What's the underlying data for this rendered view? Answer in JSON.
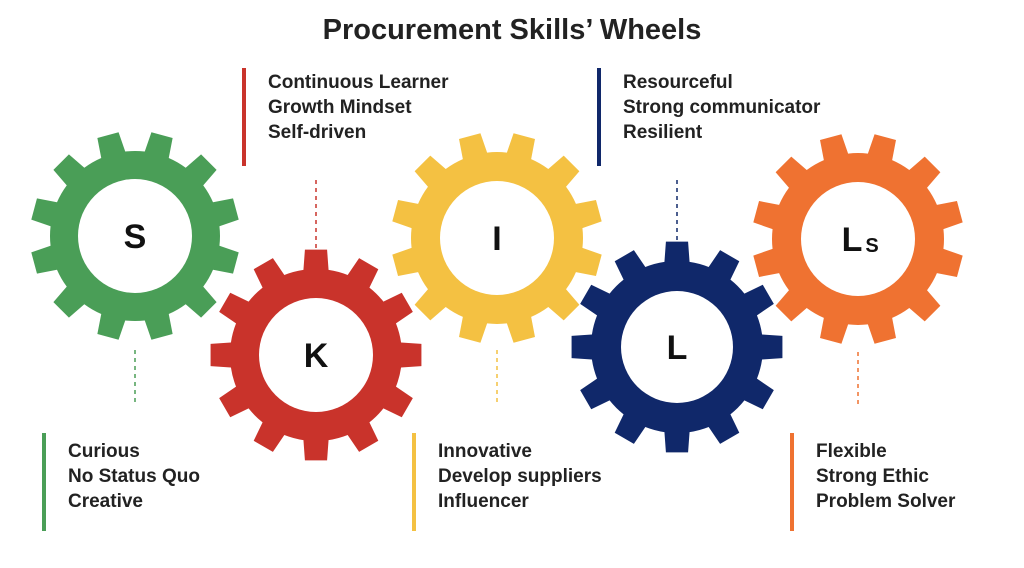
{
  "title": "Procurement Skills’ Wheels",
  "gears": [
    {
      "id": "s",
      "letter": "S",
      "subscript": "",
      "color": "#4a9e57",
      "skills": [
        "Curious",
        "No Status Quo",
        "Creative"
      ]
    },
    {
      "id": "k",
      "letter": "K",
      "subscript": "",
      "color": "#c9332b",
      "skills": [
        "Continuous Learner",
        "Growth Mindset",
        "Self-driven"
      ]
    },
    {
      "id": "i",
      "letter": "I",
      "subscript": "",
      "color": "#f4c142",
      "skills": [
        "Innovative",
        "Develop suppliers",
        "Influencer"
      ]
    },
    {
      "id": "l",
      "letter": "L",
      "subscript": "",
      "color": "#10286a",
      "skills": [
        "Resourceful",
        "Strong communicator",
        "Resilient"
      ]
    },
    {
      "id": "ls",
      "letter": "L",
      "subscript": "S",
      "color": "#ef7231",
      "skills": [
        "Flexible",
        "Strong Ethic",
        "Problem Solver"
      ]
    }
  ]
}
